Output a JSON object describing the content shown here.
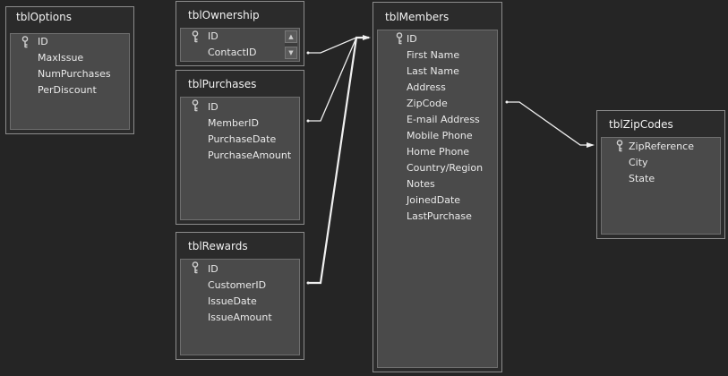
{
  "tables": {
    "tblOptions": {
      "title": "tblOptions",
      "fields": [
        "ID",
        "MaxIssue",
        "NumPurchases",
        "PerDiscount"
      ]
    },
    "tblOwnership": {
      "title": "tblOwnership",
      "fields": [
        "ID",
        "ContactID"
      ]
    },
    "tblPurchases": {
      "title": "tblPurchases",
      "fields": [
        "ID",
        "MemberID",
        "PurchaseDate",
        "PurchaseAmount"
      ]
    },
    "tblRewards": {
      "title": "tblRewards",
      "fields": [
        "ID",
        "CustomerID",
        "IssueDate",
        "IssueAmount"
      ]
    },
    "tblMembers": {
      "title": "tblMembers",
      "fields": [
        "ID",
        "First Name",
        "Last Name",
        "Address",
        "ZipCode",
        "E-mail Address",
        "Mobile Phone",
        "Home Phone",
        "Country/Region",
        "Notes",
        "JoinedDate",
        "LastPurchase"
      ]
    },
    "tblZipCodes": {
      "title": "tblZipCodes",
      "fields": [
        "ZipReference",
        "City",
        "State"
      ]
    }
  },
  "icons": {
    "primary_key": "key-icon",
    "scroll_up": "arrow-up-icon",
    "scroll_down": "arrow-down-icon"
  },
  "colors": {
    "background": "#252525",
    "panel": "#2b2b2b",
    "field_list": "#4a4a4a",
    "relationship_line": "#f0f0f0"
  }
}
